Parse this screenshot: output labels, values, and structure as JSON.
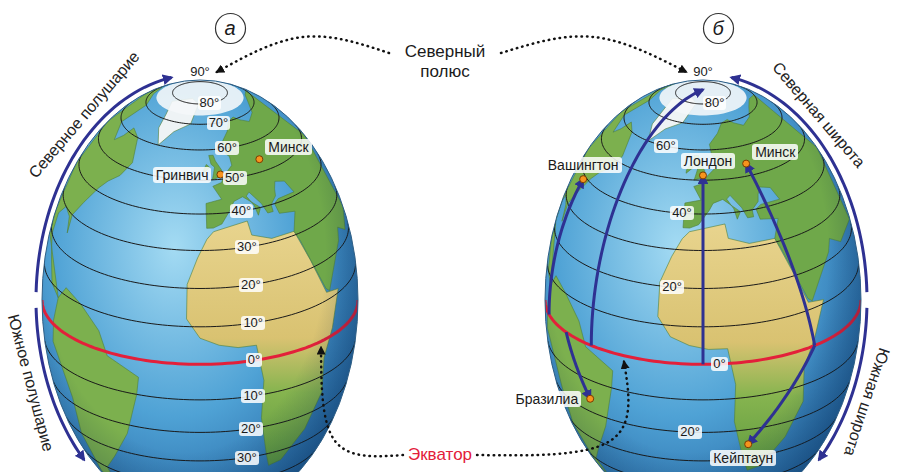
{
  "diagram": {
    "nodes": [
      {
        "text": [
          "а"
        ]
      },
      {
        "text": [
          "б"
        ]
      }
    ],
    "labels": [
      "Северное полушарие",
      "Южное полушарие",
      "90°",
      "80°",
      "70°",
      "60°",
      "50°",
      "40°",
      "30°",
      "20°",
      "10°",
      "0°",
      "10°",
      "20°",
      "30°",
      "Гринвич",
      "Минск",
      "Северный полюс",
      "Экватор",
      "Северная широта",
      "Южная широта",
      "90°",
      "80°",
      "60°",
      "40°",
      "20°",
      "0°",
      "20°",
      "Вашингтон",
      "Лондон",
      "Минск",
      "Бразилиа",
      "Кейптаун"
    ]
  }
}
